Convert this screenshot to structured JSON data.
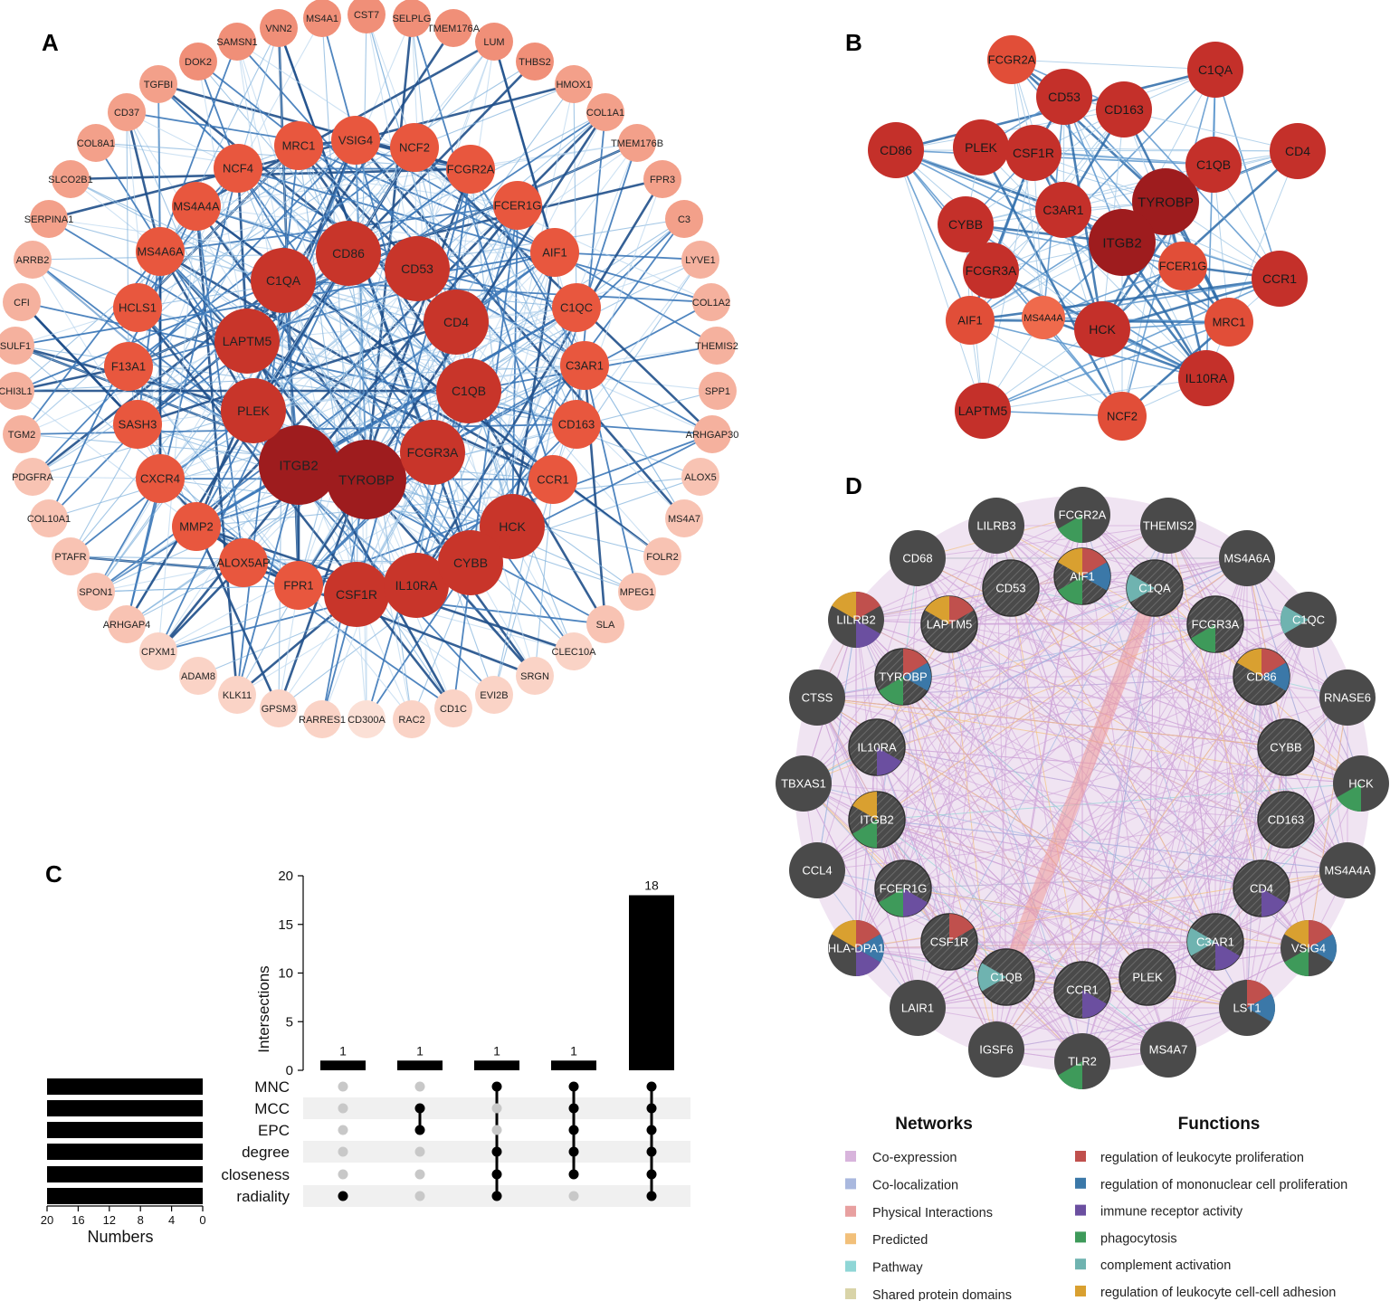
{
  "panels": {
    "A": {
      "letter": "A",
      "nodes": [
        {
          "label": "ITGB2",
          "tier": "xl"
        },
        {
          "label": "TYROBP",
          "tier": "xl"
        },
        {
          "label": "FCGR3A",
          "tier": "l"
        },
        {
          "label": "LAPTM5",
          "tier": "l"
        },
        {
          "label": "CD4",
          "tier": "l"
        },
        {
          "label": "C1QB",
          "tier": "l"
        },
        {
          "label": "PLEK",
          "tier": "l"
        },
        {
          "label": "C1QA",
          "tier": "l"
        },
        {
          "label": "CD86",
          "tier": "l"
        },
        {
          "label": "CD53",
          "tier": "l"
        },
        {
          "label": "CSF1R",
          "tier": "l"
        },
        {
          "label": "IL10RA",
          "tier": "l"
        },
        {
          "label": "HCK",
          "tier": "l"
        },
        {
          "label": "CYBB",
          "tier": "l"
        },
        {
          "label": "C3AR1",
          "tier": "m"
        },
        {
          "label": "CD163",
          "tier": "m"
        },
        {
          "label": "C1QC",
          "tier": "m"
        },
        {
          "label": "AIF1",
          "tier": "m"
        },
        {
          "label": "FCER1G",
          "tier": "m"
        },
        {
          "label": "FCGR2A",
          "tier": "m"
        },
        {
          "label": "NCF2",
          "tier": "m"
        },
        {
          "label": "VSIG4",
          "tier": "m"
        },
        {
          "label": "MRC1",
          "tier": "m"
        },
        {
          "label": "NCF4",
          "tier": "m"
        },
        {
          "label": "MS4A4A",
          "tier": "m"
        },
        {
          "label": "MS4A6A",
          "tier": "m"
        },
        {
          "label": "HCLS1",
          "tier": "m"
        },
        {
          "label": "F13A1",
          "tier": "m"
        },
        {
          "label": "SASH3",
          "tier": "m"
        },
        {
          "label": "CXCR4",
          "tier": "m"
        },
        {
          "label": "MMP2",
          "tier": "m"
        },
        {
          "label": "ALOX5AP",
          "tier": "m"
        },
        {
          "label": "FPR1",
          "tier": "m"
        },
        {
          "label": "CCR1",
          "tier": "m"
        },
        {
          "label": "CD300A",
          "tier": "o"
        },
        {
          "label": "RAC2",
          "tier": "o"
        },
        {
          "label": "CD1C",
          "tier": "o"
        },
        {
          "label": "EVI2B",
          "tier": "o"
        },
        {
          "label": "SRGN",
          "tier": "o"
        },
        {
          "label": "CLEC10A",
          "tier": "o"
        },
        {
          "label": "SLA",
          "tier": "o"
        },
        {
          "label": "MPEG1",
          "tier": "o"
        },
        {
          "label": "FOLR2",
          "tier": "o"
        },
        {
          "label": "MS4A7",
          "tier": "o"
        },
        {
          "label": "ALOX5",
          "tier": "o"
        },
        {
          "label": "ARHGAP30",
          "tier": "o"
        },
        {
          "label": "SPP1",
          "tier": "o"
        },
        {
          "label": "THEMIS2",
          "tier": "o"
        },
        {
          "label": "COL1A2",
          "tier": "o"
        },
        {
          "label": "LYVE1",
          "tier": "o"
        },
        {
          "label": "C3",
          "tier": "o"
        },
        {
          "label": "FPR3",
          "tier": "o"
        },
        {
          "label": "TMEM176B",
          "tier": "o"
        },
        {
          "label": "COL1A1",
          "tier": "o"
        },
        {
          "label": "HMOX1",
          "tier": "o"
        },
        {
          "label": "THBS2",
          "tier": "o"
        },
        {
          "label": "LUM",
          "tier": "o"
        },
        {
          "label": "TMEM176A",
          "tier": "o"
        },
        {
          "label": "SELPLG",
          "tier": "o"
        },
        {
          "label": "CST7",
          "tier": "o"
        },
        {
          "label": "MS4A1",
          "tier": "o"
        },
        {
          "label": "VNN2",
          "tier": "o"
        },
        {
          "label": "SAMSN1",
          "tier": "o"
        },
        {
          "label": "DOK2",
          "tier": "o"
        },
        {
          "label": "TGFBI",
          "tier": "o"
        },
        {
          "label": "CD37",
          "tier": "o"
        },
        {
          "label": "COL8A1",
          "tier": "o"
        },
        {
          "label": "SLCO2B1",
          "tier": "o"
        },
        {
          "label": "SERPINA1",
          "tier": "o"
        },
        {
          "label": "ARRB2",
          "tier": "o"
        },
        {
          "label": "CFI",
          "tier": "o"
        },
        {
          "label": "SULF1",
          "tier": "o"
        },
        {
          "label": "CHI3L1",
          "tier": "o"
        },
        {
          "label": "TGM2",
          "tier": "o"
        },
        {
          "label": "PDGFRA",
          "tier": "o"
        },
        {
          "label": "COL10A1",
          "tier": "o"
        },
        {
          "label": "PTAFR",
          "tier": "o"
        },
        {
          "label": "SPON1",
          "tier": "o"
        },
        {
          "label": "ARHGAP4",
          "tier": "o"
        },
        {
          "label": "CPXM1",
          "tier": "o"
        },
        {
          "label": "ADAM8",
          "tier": "o"
        },
        {
          "label": "KLK11",
          "tier": "o"
        },
        {
          "label": "GPSM3",
          "tier": "o"
        },
        {
          "label": "RARRES1",
          "tier": "o"
        }
      ]
    },
    "B": {
      "letter": "B",
      "nodes": [
        {
          "label": "TYROBP",
          "tier": "xl"
        },
        {
          "label": "ITGB2",
          "tier": "xl"
        },
        {
          "label": "FCGR3A",
          "tier": "l"
        },
        {
          "label": "C1QB",
          "tier": "l"
        },
        {
          "label": "C1QA",
          "tier": "l"
        },
        {
          "label": "CD4",
          "tier": "l"
        },
        {
          "label": "CD86",
          "tier": "l"
        },
        {
          "label": "PLEK",
          "tier": "l"
        },
        {
          "label": "CSF1R",
          "tier": "l"
        },
        {
          "label": "CD53",
          "tier": "l"
        },
        {
          "label": "CD163",
          "tier": "l"
        },
        {
          "label": "FCGR2A",
          "tier": "m"
        },
        {
          "label": "CYBB",
          "tier": "l"
        },
        {
          "label": "C3AR1",
          "tier": "l"
        },
        {
          "label": "FCER1G",
          "tier": "m"
        },
        {
          "label": "CCR1",
          "tier": "l"
        },
        {
          "label": "AIF1",
          "tier": "m"
        },
        {
          "label": "MS4A4A",
          "tier": "s"
        },
        {
          "label": "HCK",
          "tier": "l"
        },
        {
          "label": "MRC1",
          "tier": "m"
        },
        {
          "label": "IL10RA",
          "tier": "l"
        },
        {
          "label": "LAPTM5",
          "tier": "l"
        },
        {
          "label": "NCF2",
          "tier": "m"
        }
      ]
    },
    "C": {
      "letter": "C",
      "chart_data": {
        "type": "bar",
        "ylabel": "Intersections",
        "ylim": [
          0,
          20
        ],
        "yticks": [
          0,
          5,
          10,
          15,
          20
        ],
        "values": [
          1,
          1,
          1,
          1,
          18
        ],
        "sets": [
          "MNC",
          "MCC",
          "EPC",
          "degree",
          "closeness",
          "radiality"
        ],
        "memberships": [
          [
            "radiality"
          ],
          [
            "MCC",
            "EPC"
          ],
          [
            "MNC",
            "degree",
            "closeness",
            "radiality"
          ],
          [
            "MNC",
            "MCC",
            "EPC",
            "degree",
            "closeness"
          ],
          [
            "MNC",
            "MCC",
            "EPC",
            "degree",
            "closeness",
            "radiality"
          ]
        ],
        "set_size_xlabel": "Numbers",
        "set_size_ticks": [
          20,
          16,
          12,
          8,
          4,
          0
        ],
        "set_sizes": [
          20,
          20,
          20,
          20,
          20,
          20
        ]
      }
    },
    "D": {
      "letter": "D",
      "nodes": [
        {
          "label": "FCGR2A",
          "fn": [
            "phagocytosis"
          ]
        },
        {
          "label": "THEMIS2",
          "fn": []
        },
        {
          "label": "MS4A6A",
          "fn": []
        },
        {
          "label": "C1QC",
          "fn": [
            "complement"
          ]
        },
        {
          "label": "RNASE6",
          "fn": []
        },
        {
          "label": "HCK",
          "fn": [
            "phagocytosis"
          ]
        },
        {
          "label": "MS4A4A",
          "fn": []
        },
        {
          "label": "VSIG4",
          "fn": [
            "prolif",
            "mono",
            "phagocytosis",
            "adhesion"
          ]
        },
        {
          "label": "LST1",
          "fn": [
            "prolif",
            "mono"
          ]
        },
        {
          "label": "MS4A7",
          "fn": []
        },
        {
          "label": "TLR2",
          "fn": [
            "phagocytosis"
          ]
        },
        {
          "label": "IGSF6",
          "fn": []
        },
        {
          "label": "LAIR1",
          "fn": []
        },
        {
          "label": "HLA-DPA1",
          "fn": [
            "prolif",
            "mono",
            "immune",
            "adhesion"
          ]
        },
        {
          "label": "CCL4",
          "fn": []
        },
        {
          "label": "TBXAS1",
          "fn": []
        },
        {
          "label": "CTSS",
          "fn": []
        },
        {
          "label": "LILRB2",
          "fn": [
            "prolif",
            "immune",
            "adhesion"
          ]
        },
        {
          "label": "CD68",
          "fn": []
        },
        {
          "label": "LILRB3",
          "fn": []
        },
        {
          "label": "AIF1",
          "fn": [
            "prolif",
            "mono",
            "phagocytosis",
            "adhesion"
          ]
        },
        {
          "label": "C1QA",
          "fn": [
            "complement"
          ]
        },
        {
          "label": "FCGR3A",
          "fn": [
            "phagocytosis"
          ]
        },
        {
          "label": "CD86",
          "fn": [
            "prolif",
            "mono",
            "adhesion"
          ]
        },
        {
          "label": "CYBB",
          "fn": []
        },
        {
          "label": "CD163",
          "fn": []
        },
        {
          "label": "CD4",
          "fn": [
            "immune"
          ]
        },
        {
          "label": "C3AR1",
          "fn": [
            "complement",
            "immune"
          ]
        },
        {
          "label": "PLEK",
          "fn": []
        },
        {
          "label": "CCR1",
          "fn": [
            "immune"
          ]
        },
        {
          "label": "C1QB",
          "fn": [
            "complement"
          ]
        },
        {
          "label": "CSF1R",
          "fn": [
            "prolif"
          ]
        },
        {
          "label": "FCER1G",
          "fn": [
            "immune",
            "phagocytosis"
          ]
        },
        {
          "label": "ITGB2",
          "fn": [
            "phagocytosis",
            "adhesion"
          ]
        },
        {
          "label": "IL10RA",
          "fn": [
            "immune"
          ]
        },
        {
          "label": "TYROBP",
          "fn": [
            "prolif",
            "mono",
            "phagocytosis"
          ]
        },
        {
          "label": "LAPTM5",
          "fn": [
            "prolif",
            "adhesion"
          ]
        },
        {
          "label": "CD53",
          "fn": []
        }
      ],
      "legend": {
        "networks_title": "Networks",
        "functions_title": "Functions",
        "networks": [
          {
            "label": "Co-expression",
            "color": "#d8b4dc"
          },
          {
            "label": "Co-localization",
            "color": "#a9b8de"
          },
          {
            "label": "Physical Interactions",
            "color": "#e8a0a0"
          },
          {
            "label": "Predicted",
            "color": "#f2c07a"
          },
          {
            "label": "Pathway",
            "color": "#8fd6d6"
          },
          {
            "label": "Shared protein domains",
            "color": "#d9d4a8"
          }
        ],
        "functions": [
          {
            "key": "prolif",
            "label": "regulation of leukocyte proliferation",
            "color": "#c0504d"
          },
          {
            "key": "mono",
            "label": "regulation of mononuclear cell proliferation",
            "color": "#3b78a8"
          },
          {
            "key": "immune",
            "label": "immune receptor activity",
            "color": "#6b4fa0"
          },
          {
            "key": "phagocytosis",
            "label": "phagocytosis",
            "color": "#3e9a5a"
          },
          {
            "key": "complement",
            "label": "complement activation",
            "color": "#6fb3b0"
          },
          {
            "key": "adhesion",
            "label": "regulation of leukocyte cell-cell adhesion",
            "color": "#d9a030"
          }
        ]
      }
    }
  }
}
